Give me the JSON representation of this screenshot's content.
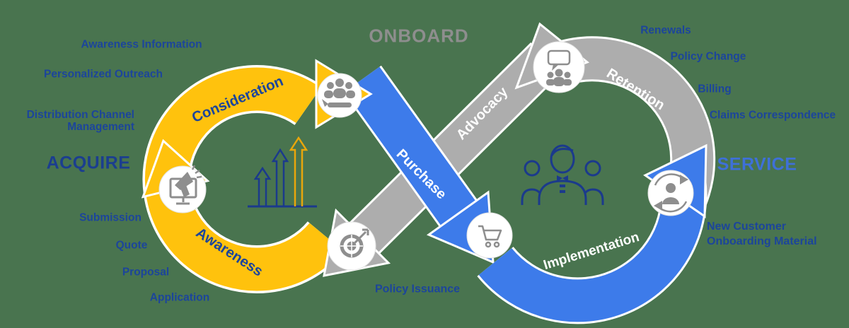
{
  "colors": {
    "background": "#49744F",
    "loop_yellow": "#FFC20D",
    "loop_blue": "#3D7BEA",
    "loop_gray": "#ADADAD",
    "icon_gray": "#8E8E8E",
    "text_navy": "#1C459B",
    "acquire_navy": "#1B3E8F",
    "service_blue": "#3E70D8",
    "onboard_gray": "#8E8E8E",
    "icon_navy": "#1B3A8C"
  },
  "headers": {
    "acquire": "ACQUIRE",
    "onboard": "ONBOARD",
    "service": "SERVICE"
  },
  "stages": {
    "consideration": "Consideration",
    "awareness": "Awareness",
    "purchase": "Purchase",
    "advocacy": "Advocacy",
    "retention": "Retention",
    "implementation": "Implementation"
  },
  "acquire_items": {
    "awareness_information": "Awareness Information",
    "personalized_outreach": "Personalized Outreach",
    "distribution_channel_line1": "Distribution Channel",
    "distribution_channel_line2": "Management",
    "submission": "Submission",
    "quote": "Quote",
    "proposal": "Proposal",
    "application": "Application"
  },
  "onboard_items": {
    "policy_issuance": "Policy Issuance"
  },
  "service_items": {
    "renewals": "Renewals",
    "policy_change": "Policy Change",
    "billing": "Billing",
    "claims_correspondence": "Claims Correspondence",
    "new_customer_line1": "New Customer",
    "new_customer_line2": "Onboarding Material"
  },
  "icons": {
    "consideration-people-icon": "three people held in an open hand",
    "digital-outreach-icon": "computer monitor with megaphone",
    "target-icon": "dartboard target with dart",
    "cart-icon": "shopping cart",
    "testimonial-icon": "people group with speech bubble",
    "customer-cycle-icon": "person with circular arrows",
    "customer-group-icon": "navy outline of three customers",
    "growth-arrows-icon": "three rising arrows on baseline"
  }
}
